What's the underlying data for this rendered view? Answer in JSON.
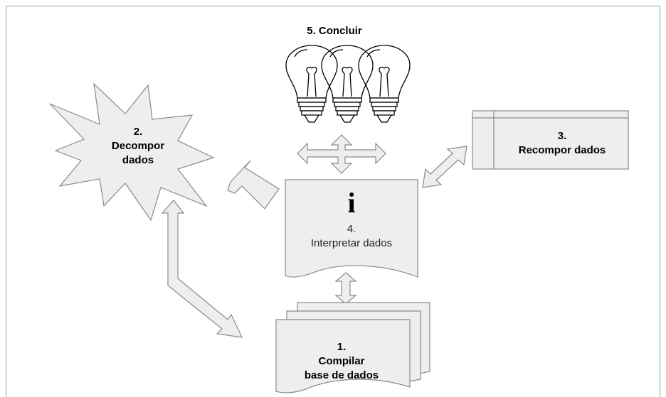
{
  "steps": {
    "conclude": {
      "label": "5. Concluir",
      "icon": "light-bulbs-icon"
    },
    "decompose": {
      "number": "2.",
      "line1": "Decompor",
      "line2": "dados",
      "shape": "explosion"
    },
    "recompose": {
      "number": "3.",
      "line1": "Recompor dados",
      "shape": "internal-storage"
    },
    "interpret": {
      "icon_glyph": "i",
      "number": "4.",
      "line1": "Interpretar dados",
      "shape": "document"
    },
    "compile": {
      "number": "1.",
      "line1": "Compilar",
      "line2": "base de dados",
      "shape": "multi-document"
    }
  },
  "colors": {
    "shape_fill": "#eeeeee",
    "shape_stroke": "#8a8a8a",
    "text": "#000000",
    "frame": "#9a9a9a"
  }
}
